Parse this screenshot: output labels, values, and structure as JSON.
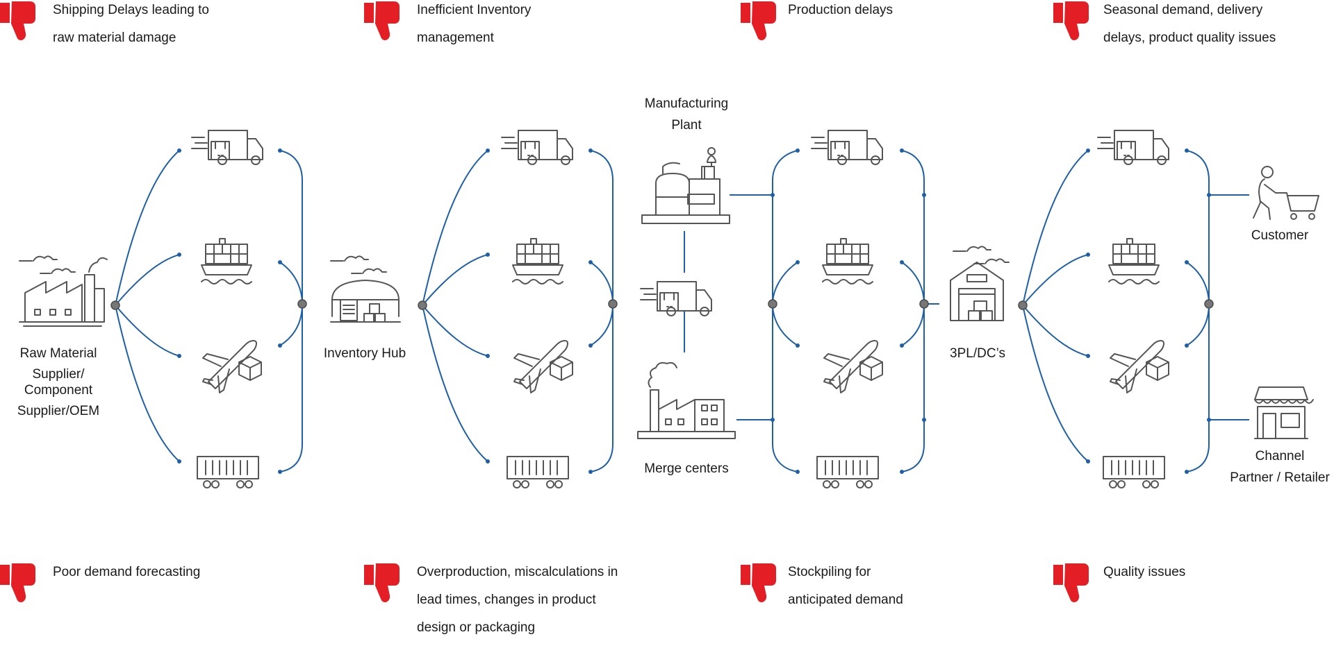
{
  "issues_top": [
    {
      "lines": [
        "Shipping Delays leading to",
        "raw material damage"
      ],
      "icon": "thumbs-down-icon"
    },
    {
      "lines": [
        "Inefficient Inventory",
        "management"
      ],
      "icon": "thumbs-down-icon"
    },
    {
      "lines": [
        "Production delays"
      ],
      "icon": "thumbs-down-icon"
    },
    {
      "lines": [
        "Seasonal demand, delivery",
        "delays, product quality issues"
      ],
      "icon": "thumbs-down-icon"
    }
  ],
  "issues_bottom": [
    {
      "lines": [
        "Poor demand forecasting"
      ],
      "icon": "thumbs-down-icon"
    },
    {
      "lines": [
        "Overproduction, miscalculations in",
        "lead times, changes in product",
        "design or packaging"
      ],
      "icon": "thumbs-down-icon"
    },
    {
      "lines": [
        "Stockpiling for",
        "anticipated demand"
      ],
      "icon": "thumbs-down-icon"
    },
    {
      "lines": [
        "Quality issues"
      ],
      "icon": "thumbs-down-icon"
    }
  ],
  "nodes": {
    "raw_material": [
      "Raw Material",
      "Supplier/",
      "Component",
      "Supplier/OEM"
    ],
    "inventory_hub": [
      "Inventory Hub"
    ],
    "manufacturing": [
      "Manufacturing",
      "Plant"
    ],
    "merge_centers": [
      "Merge centers"
    ],
    "dc": [
      "3PL/DC’s"
    ],
    "customer": [
      "Customer"
    ],
    "retailer": [
      "Channel",
      "Partner / Retailer"
    ]
  },
  "transport_modes": [
    "truck-icon",
    "ship-icon",
    "plane-icon",
    "rail-car-icon"
  ],
  "colors": {
    "connector": "#1d5fa8",
    "icon_stroke": "#555555",
    "issue_icon": "#e31e24",
    "text": "#1a1a1a"
  }
}
